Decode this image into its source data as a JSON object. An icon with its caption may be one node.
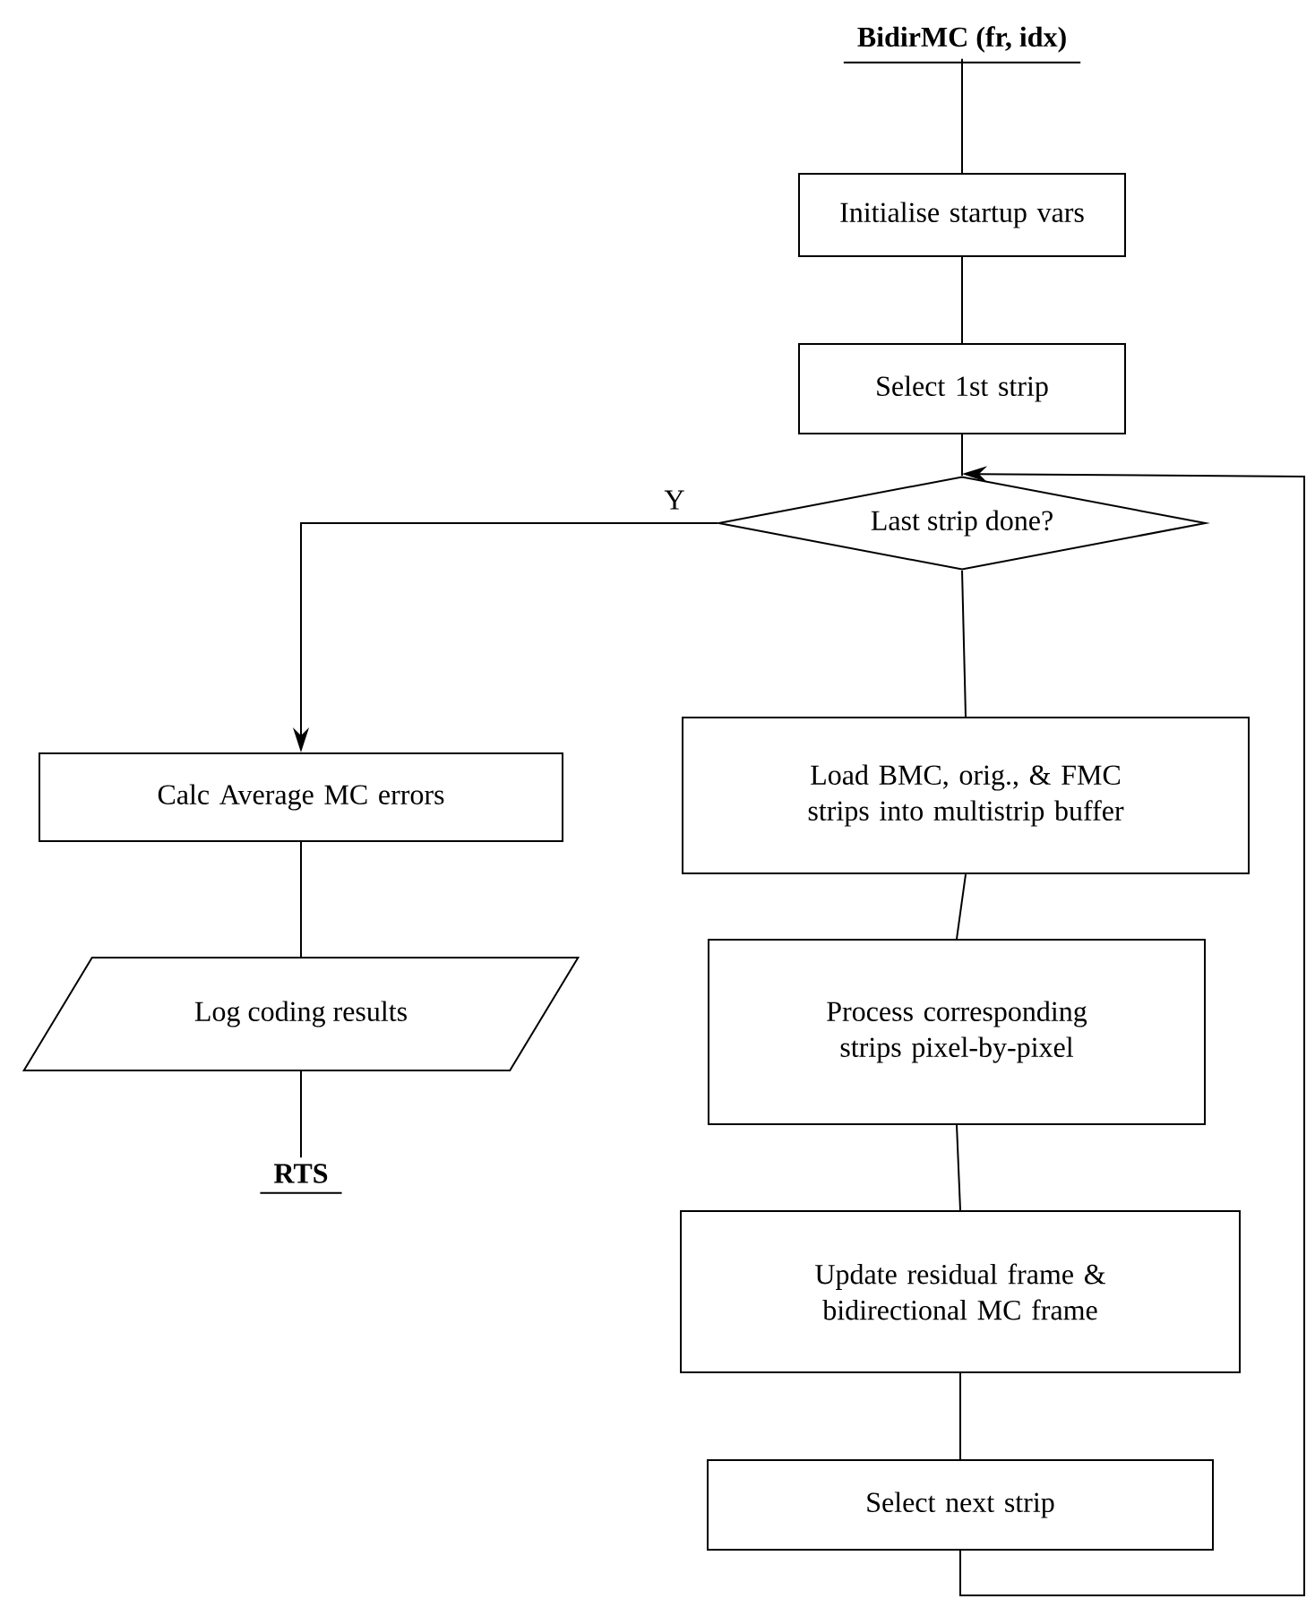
{
  "diagram": {
    "nodes": [
      {
        "text": [
          "BidirMC (fr, idx)"
        ]
      },
      {
        "text": [
          "Initialise startup vars"
        ]
      },
      {
        "text": [
          "Select 1st strip"
        ]
      },
      {
        "text": [
          "Last strip done?"
        ]
      },
      {
        "text": [
          "Calc Average MC errors"
        ]
      },
      {
        "text": [
          "Log coding results"
        ]
      },
      {
        "text": [
          "RTS"
        ]
      },
      {
        "text": [
          "Load BMC, orig., & FMC strips into multistrip buffer"
        ]
      },
      {
        "text": [
          "Process corresponding strips pixel-by-pixel"
        ]
      },
      {
        "text": [
          "Update residual frame & bidirectional MC frame"
        ]
      },
      {
        "text": [
          "Select next strip"
        ]
      }
    ],
    "edges": [
      {
        "from": 0,
        "to": 1,
        "arrow": "none"
      },
      {
        "from": 1,
        "to": 2,
        "arrow": "none"
      },
      {
        "from": 2,
        "to": 3,
        "arrow": "none"
      },
      {
        "from": 3,
        "to": 4,
        "arrow": "to",
        "label": "Y"
      },
      {
        "from": 4,
        "to": 5,
        "arrow": "none"
      },
      {
        "from": 5,
        "to": 6,
        "arrow": "none"
      },
      {
        "from": 3,
        "to": 7,
        "arrow": "none"
      },
      {
        "from": 7,
        "to": 8,
        "arrow": "none"
      },
      {
        "from": 8,
        "to": 9,
        "arrow": "none"
      },
      {
        "from": 9,
        "to": 10,
        "arrow": "none"
      },
      {
        "from": 10,
        "to": 3,
        "arrow": "to"
      }
    ]
  }
}
